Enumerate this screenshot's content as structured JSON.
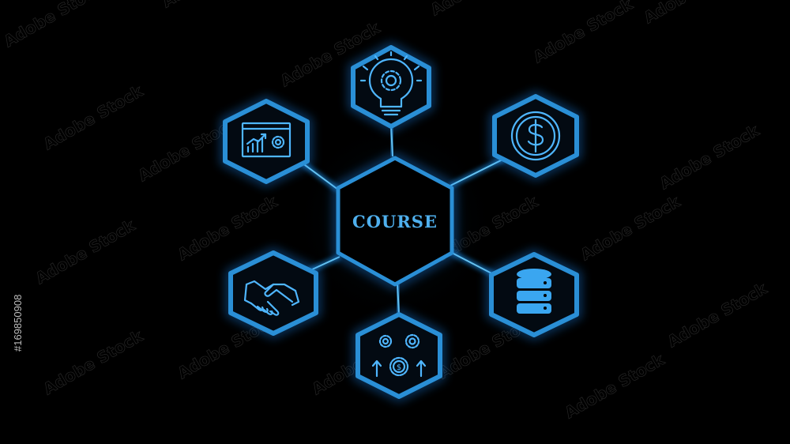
{
  "diagram": {
    "center": {
      "label": "COURSE"
    },
    "nodes": [
      {
        "id": "idea",
        "icon": "lightbulb-gear-icon"
      },
      {
        "id": "finance",
        "icon": "dollar-coin-icon"
      },
      {
        "id": "data",
        "icon": "database-icon"
      },
      {
        "id": "growth",
        "icon": "gears-dollar-growth-icon"
      },
      {
        "id": "partnership",
        "icon": "handshake-icon"
      },
      {
        "id": "analytics",
        "icon": "chart-presentation-icon"
      }
    ],
    "colors": {
      "background": "#000000",
      "accent": "#2a8fd6",
      "glow": "#1f8fff"
    }
  },
  "watermark": {
    "text": "Adobe Stock",
    "id_text": "#169850908"
  }
}
